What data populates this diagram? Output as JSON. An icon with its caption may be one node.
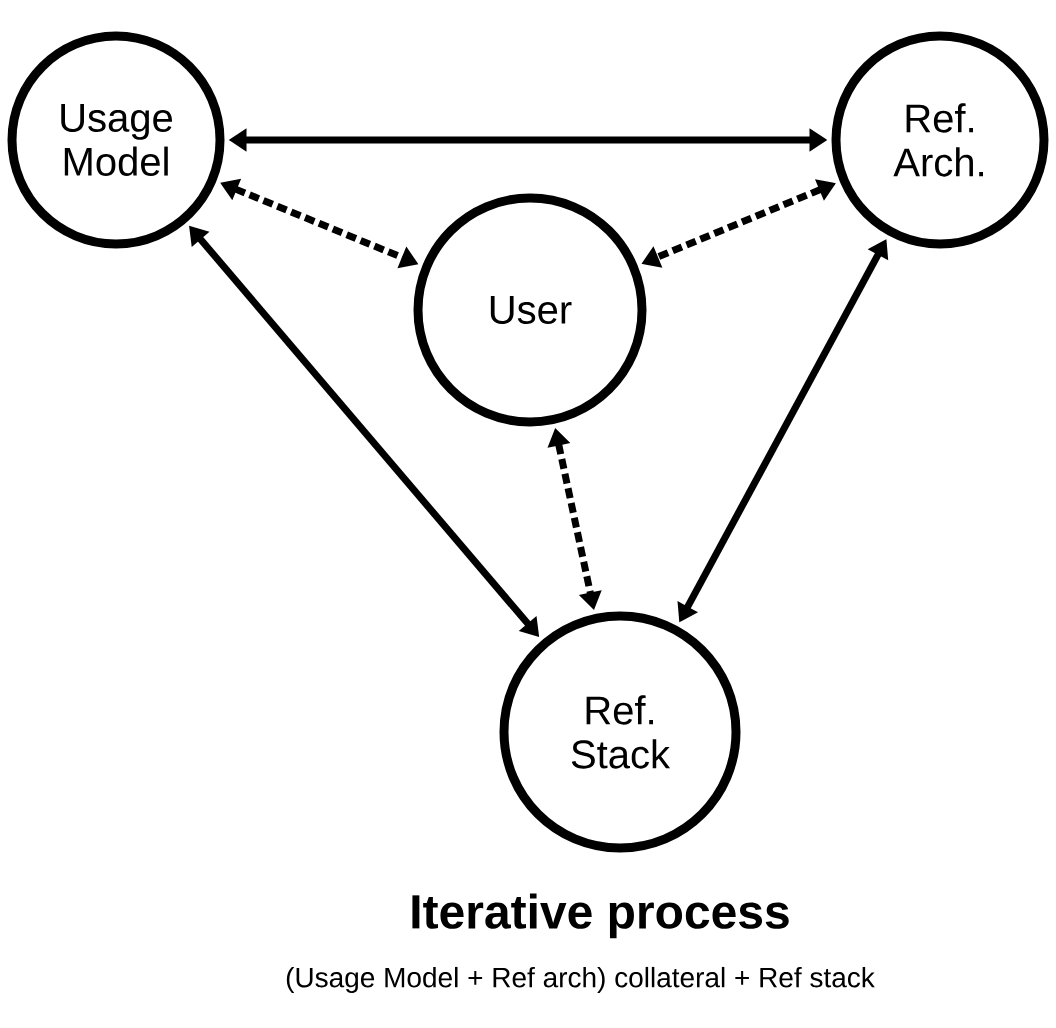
{
  "diagram": {
    "title": "Iterative process",
    "caption": "(Usage Model + Ref arch) collateral + Ref stack",
    "nodes": [
      {
        "text": [
          "Usage Model"
        ]
      },
      {
        "text": [
          "Ref. Arch."
        ]
      },
      {
        "text": [
          "User"
        ]
      },
      {
        "text": [
          "Ref. Stack"
        ]
      }
    ],
    "edges": [
      {
        "from": 0,
        "to": 1,
        "arrow": "both"
      },
      {
        "from": 0,
        "to": 2,
        "arrow": "both",
        "style": "dashed"
      },
      {
        "from": 1,
        "to": 2,
        "arrow": "both",
        "style": "dashed"
      },
      {
        "from": 0,
        "to": 3,
        "arrow": "both"
      },
      {
        "from": 1,
        "to": 3,
        "arrow": "both"
      },
      {
        "from": 2,
        "to": 3,
        "arrow": "both",
        "style": "dashed"
      }
    ]
  }
}
